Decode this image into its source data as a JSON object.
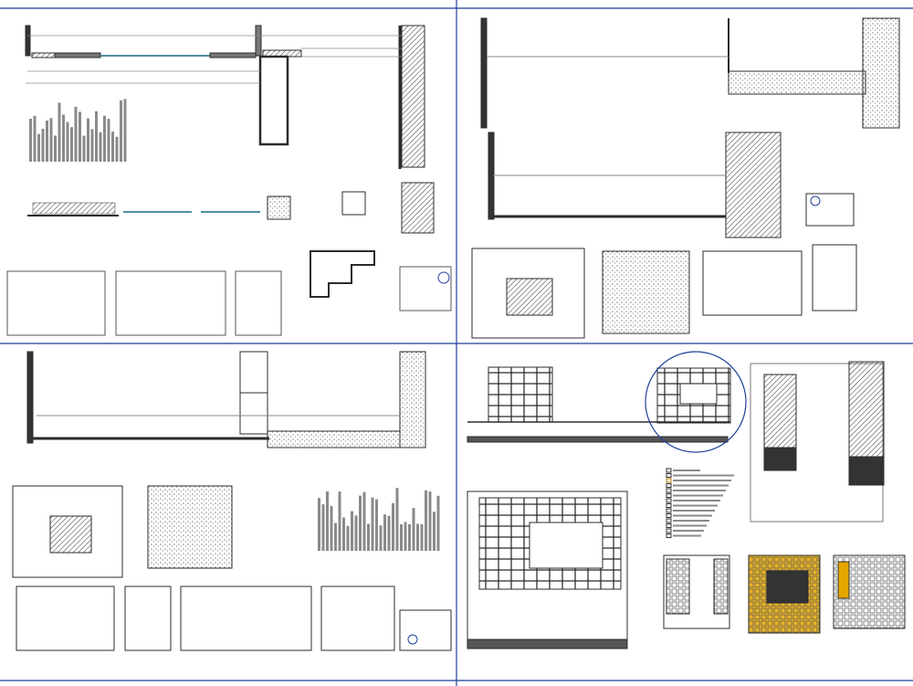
{
  "sheet": {
    "background": "#ffffff",
    "viewport_border_color": "#1f3f99",
    "line_color": "#2b2b2b",
    "dim_color": "#8a8a8a",
    "glass_color": "#4f8f9c",
    "highlight_color": "#e6a600",
    "callout_circle_color": "#1f3f99"
  },
  "viewports": [
    {
      "id": "top-left"
    },
    {
      "id": "top-right"
    },
    {
      "id": "bottom-left"
    },
    {
      "id": "bottom-right"
    }
  ]
}
